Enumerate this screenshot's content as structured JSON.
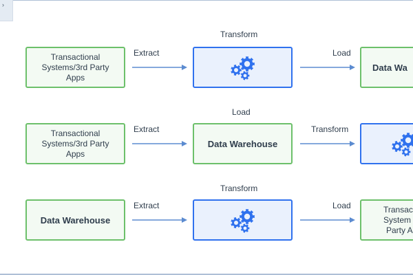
{
  "rows": [
    {
      "source": {
        "label": "Transactional Systems/3rd Party Apps"
      },
      "arrow1_label": "Extract",
      "middle": {
        "type": "gears",
        "top_label": "Transform",
        "icon": "gears-icon"
      },
      "arrow2_label": "Load",
      "target": {
        "label": "Data Wa",
        "type": "text-bold"
      }
    },
    {
      "source": {
        "label": "Transactional Systems/3rd Party Apps"
      },
      "arrow1_label": "Extract",
      "middle": {
        "type": "text",
        "top_label": "Load",
        "label": "Data Warehouse"
      },
      "arrow2_label": "Transform",
      "target": {
        "type": "gears",
        "icon": "gears-icon"
      }
    },
    {
      "source": {
        "label": "Data Warehouse"
      },
      "arrow1_label": "Extract",
      "middle": {
        "type": "gears",
        "top_label": "Transform",
        "icon": "gears-icon"
      },
      "arrow2_label": "Load",
      "target": {
        "label_lines": [
          "Transac",
          "System",
          "Party A"
        ]
      }
    }
  ],
  "colors": {
    "source_border": "#6cc06a",
    "process_border": "#2f71ee",
    "gear_fill": "#2f71ee",
    "arrow": "#5b8bd0"
  },
  "corner_tab": {
    "icon": "chevron-icon"
  }
}
